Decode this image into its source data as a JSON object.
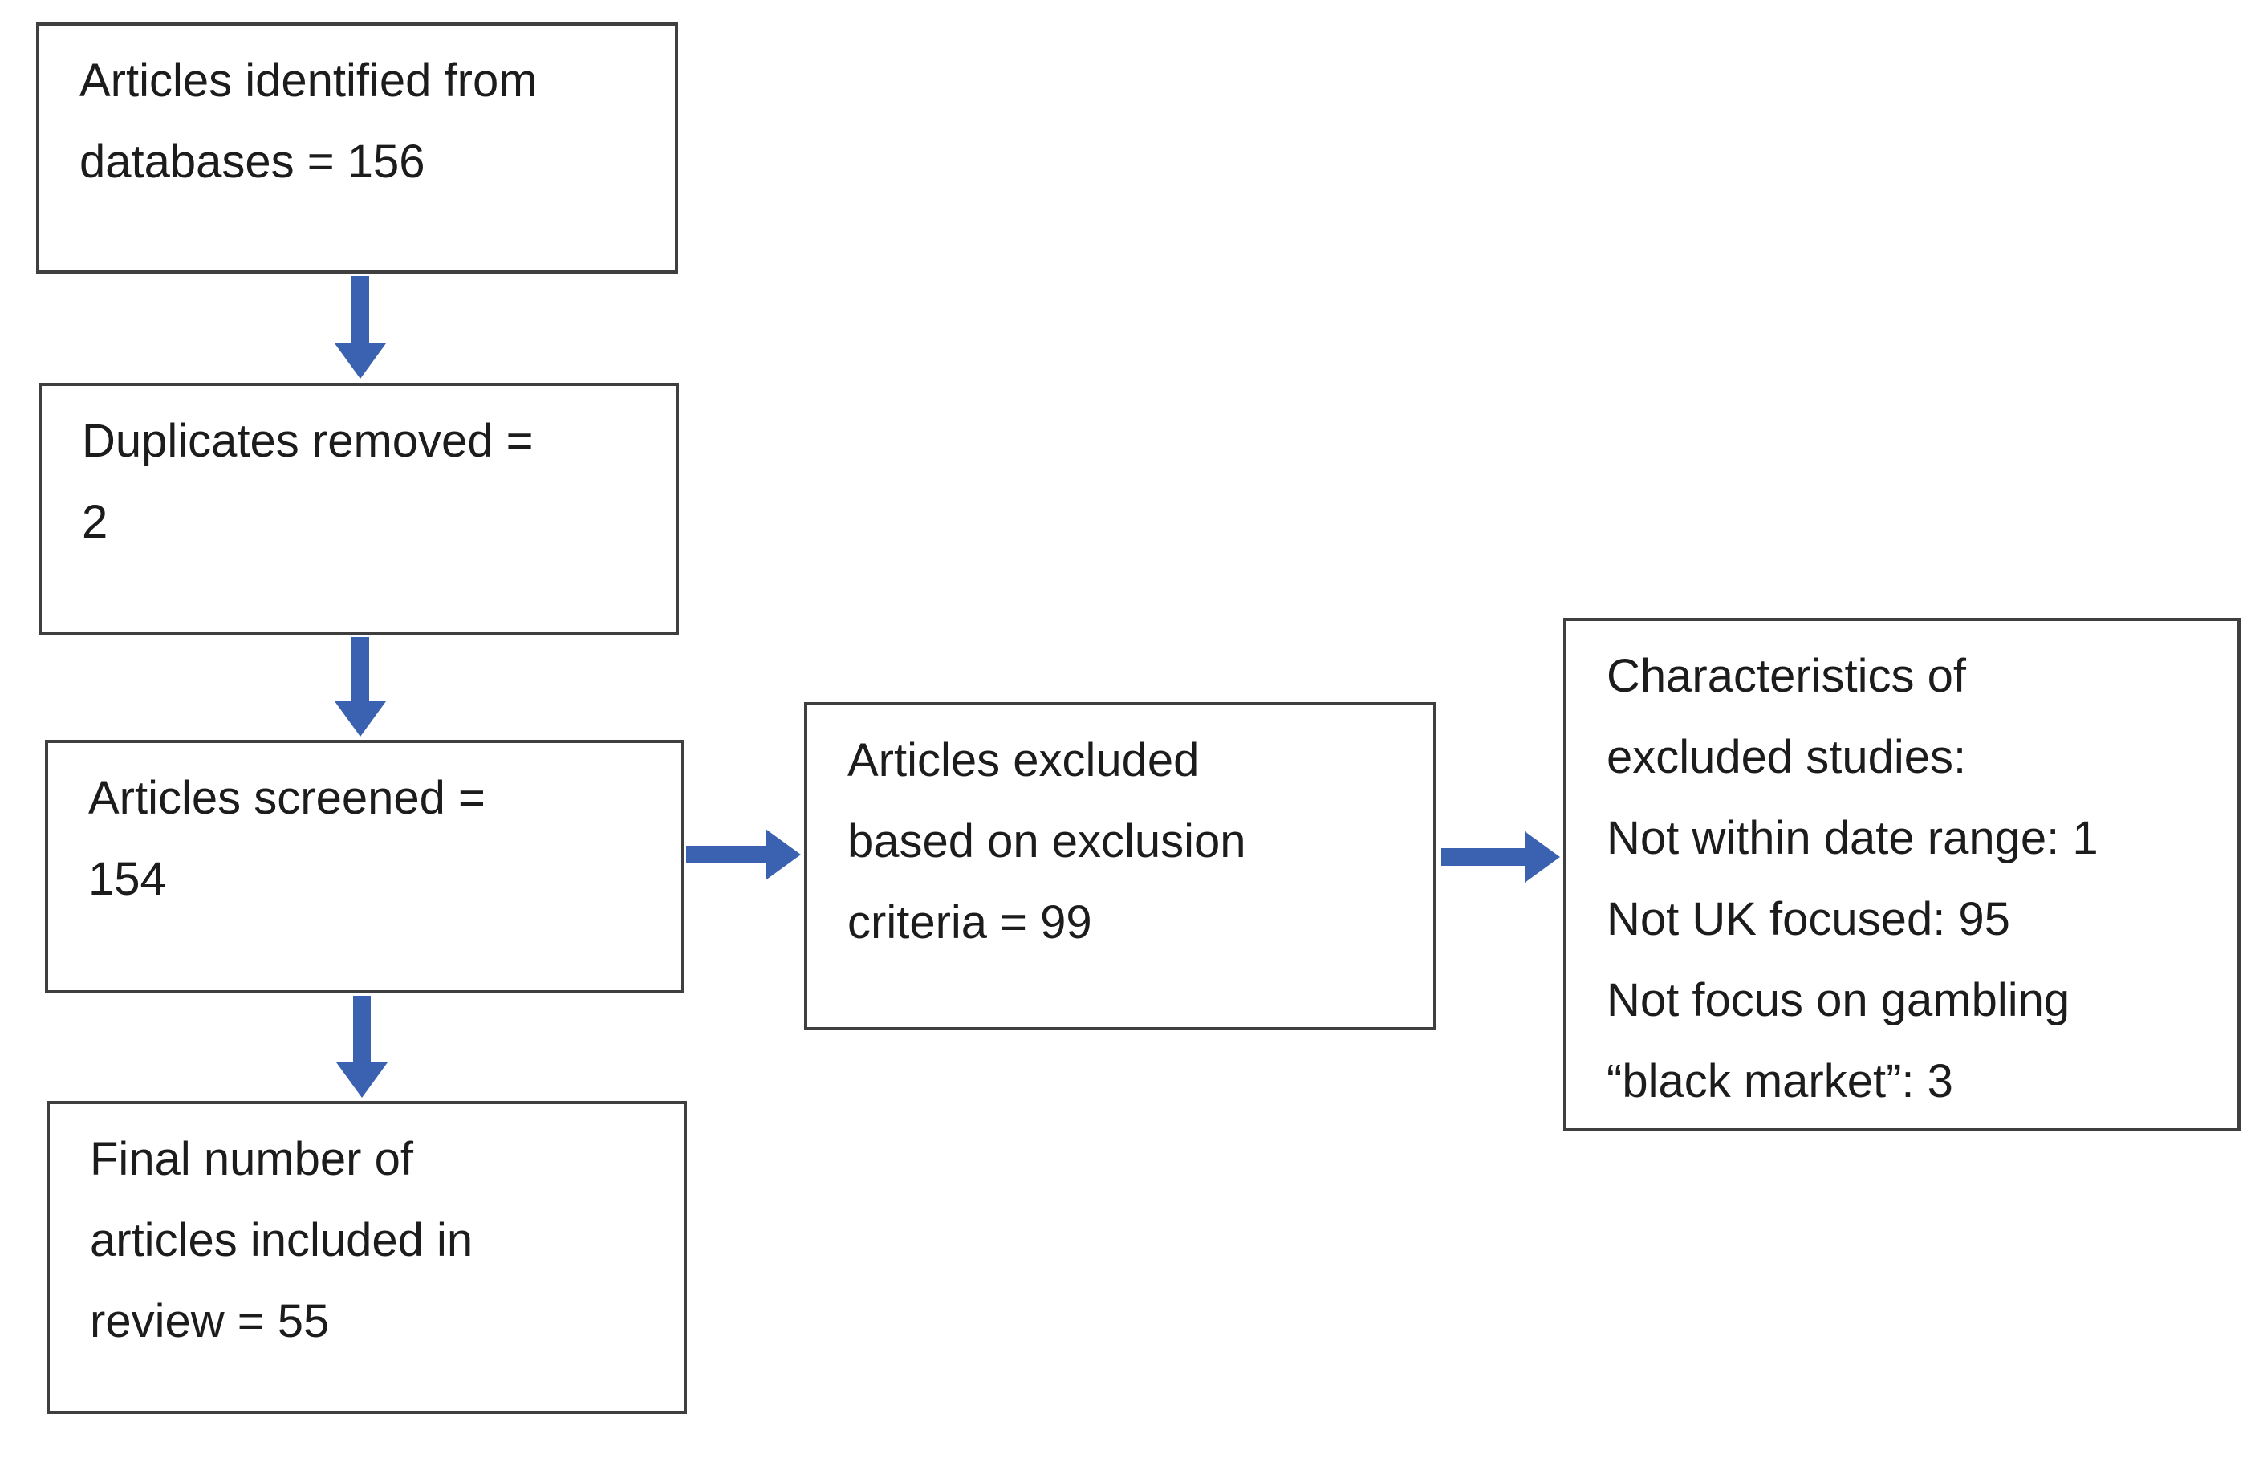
{
  "diagram": {
    "type": "flowchart",
    "colors": {
      "arrow": "#3b62b1",
      "box_border": "#3f3f3f",
      "text": "#1c1c1c",
      "background": "#ffffff"
    }
  },
  "boxes": [
    {
      "id": "identified",
      "lines": [
        "Articles identified from",
        "databases = 156"
      ]
    },
    {
      "id": "duplicates",
      "lines": [
        "Duplicates removed =",
        "2"
      ]
    },
    {
      "id": "screened",
      "lines": [
        "Articles screened =",
        "154"
      ]
    },
    {
      "id": "final",
      "lines": [
        "Final number of",
        "articles included in",
        "review = 55"
      ]
    },
    {
      "id": "excluded",
      "lines": [
        "Articles excluded",
        "based on exclusion",
        "criteria = 99"
      ]
    },
    {
      "id": "characteristics",
      "lines": [
        "Characteristics of",
        "excluded studies:",
        "Not within date range: 1",
        "Not UK focused: 95",
        "Not focus on gambling",
        "“black market”: 3"
      ]
    }
  ],
  "arrows": [
    {
      "id": "identified-to-duplicates",
      "direction": "down"
    },
    {
      "id": "duplicates-to-screened",
      "direction": "down"
    },
    {
      "id": "screened-to-final",
      "direction": "down"
    },
    {
      "id": "screened-to-excluded",
      "direction": "right"
    },
    {
      "id": "excluded-to-characteristics",
      "direction": "right"
    }
  ]
}
